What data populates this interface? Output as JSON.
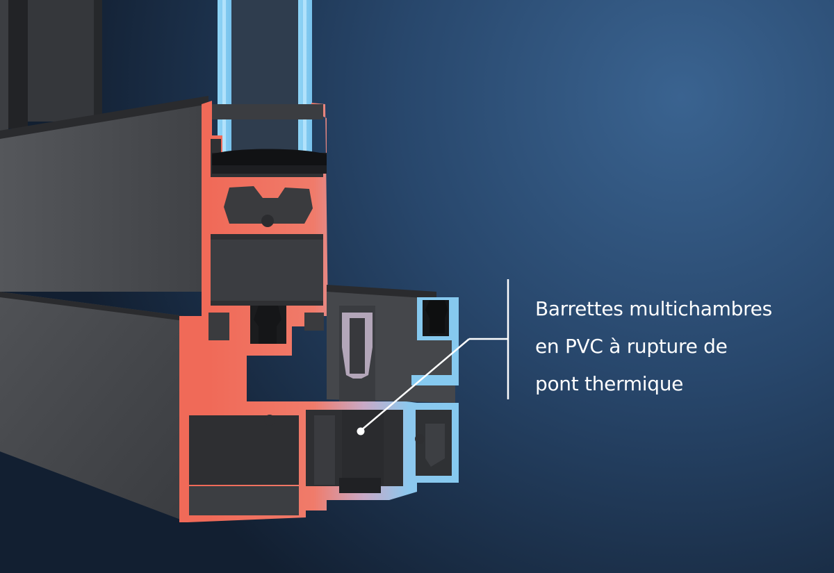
{
  "callout": {
    "lines": [
      "Barrettes multichambres",
      "en PVC à rupture de",
      "pont thermique"
    ]
  },
  "colors": {
    "background_light": "#345a82",
    "background_dark": "#142438",
    "warm_section": "#ef6b5a",
    "cold_section": "#86c9ef",
    "profile_face": "#4a4c50",
    "profile_dark": "#2b2c2f",
    "callout_line": "#ffffff"
  },
  "icons": {
    "pointer": "leader-dot"
  }
}
